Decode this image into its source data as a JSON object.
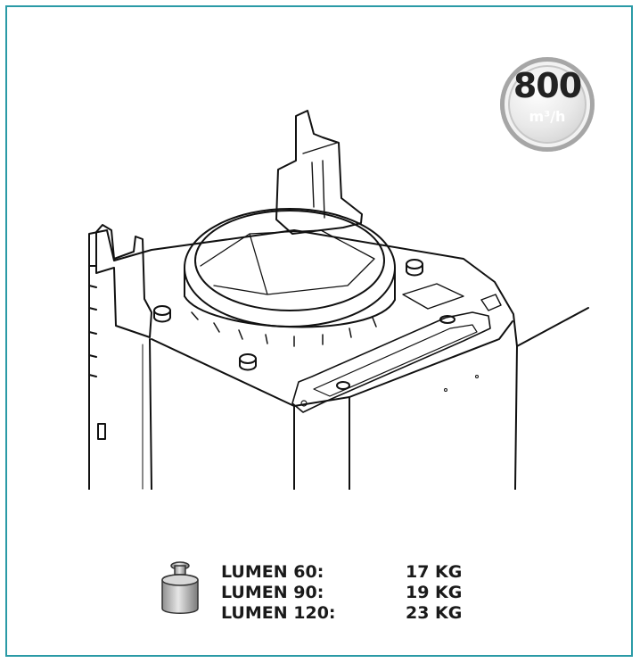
{
  "badge": {
    "value": "800",
    "unit": "m³/h"
  },
  "weights": [
    {
      "model": "LUMEN  60:",
      "weight": "17 KG"
    },
    {
      "model": "LUMEN  90:",
      "weight": "19 KG"
    },
    {
      "model": "LUMEN  120:",
      "weight": "23 KG"
    }
  ],
  "colors": {
    "frame": "#2a9aa6",
    "line": "#111111",
    "badge_gray": "#a6a6a6"
  },
  "icons": {
    "weight": "scale-weight-icon"
  }
}
